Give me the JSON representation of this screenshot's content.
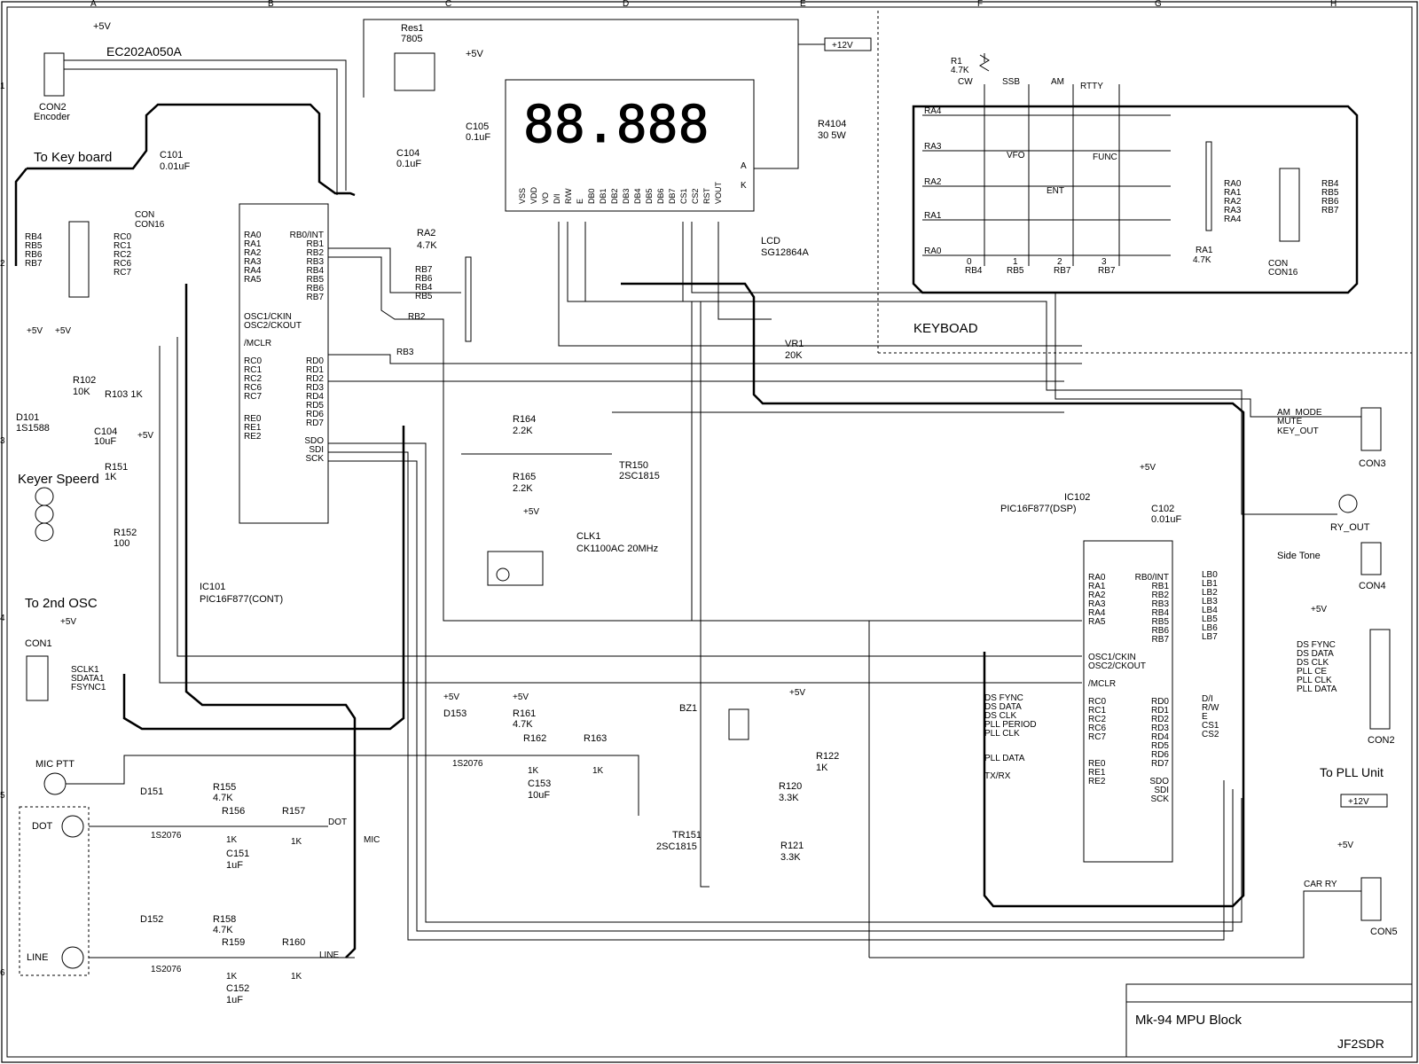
{
  "sheet": {
    "title": "Mk-94   MPU Block",
    "author": "JF2SDR",
    "col_labels": [
      "A",
      "B",
      "C",
      "D",
      "E",
      "F",
      "G",
      "H"
    ],
    "row_labels": [
      "1",
      "2",
      "3",
      "4",
      "5",
      "6"
    ]
  },
  "labels": {
    "encoder_part": "EC202A050A",
    "con2_enc": "CON2",
    "encoder": "Encoder",
    "to_keyboard": "To Key board",
    "con16_ref": "CON",
    "con16_val": "CON16",
    "c101_ref": "C101",
    "c101_val": "0.01uF",
    "res1_ref": "Res1",
    "res1_val": "7805",
    "c105_ref": "C105",
    "c105_val": "0.1uF",
    "c104a_ref": "C104",
    "c104a_val": "0.1uF",
    "plus12v": "+12V",
    "r4104_ref": "R4104",
    "r4104_val": "30 5W",
    "lcd_ref": "LCD",
    "lcd_val": "SG12864A",
    "ra2_ref": "RA2",
    "ra2_val": "4.7K",
    "vr1_ref": "VR1",
    "vr1_val": "20K",
    "r102_ref": "R102",
    "r102_val": "10K",
    "r103": "R103 1K",
    "d101_ref": "D101",
    "d101_val": "1S1588",
    "c104_ref": "C104",
    "c104_val": "10uF",
    "r151_ref": "R151",
    "r151_val": "1K",
    "keyer_speed": "Keyer Speerd",
    "r152_ref": "R152",
    "r152_val": "100",
    "ic101_ref": "IC101",
    "ic101_val": "PIC16F877(CONT)",
    "to_2nd_osc": "To 2nd OSC",
    "con1": "CON1",
    "mic_ptt": "MIC PTT",
    "d151": "D151",
    "r155_ref": "R155",
    "r155_val": "4.7K",
    "r156": "R156",
    "r157": "R157",
    "c151_ref": "C151",
    "c151_val": "1uF",
    "dot": "DOT",
    "line": "LINE",
    "mic": "MIC",
    "d152": "D152",
    "r158_ref": "R158",
    "r158_val": "4.7K",
    "r159": "R159",
    "r160": "R160",
    "c152_ref": "C152",
    "c152_val": "1uF",
    "ds1s2076": "1S2076",
    "r164_ref": "R164",
    "r164_val": "2.2K",
    "r165_ref": "R165",
    "r165_val": "2.2K",
    "tr150_ref": "TR150",
    "tr150_val": "2SC1815",
    "clk1_ref": "CLK1",
    "clk1_val": "CK1100AC 20MHz",
    "d153": "D153",
    "r161_ref": "R161",
    "r161_val": "4.7K",
    "r162": "R162",
    "r163": "R163",
    "c153_ref": "C153",
    "c153_val": "10uF",
    "bz1": "BZ1",
    "r122_ref": "R122",
    "r122_val": "1K",
    "r120_ref": "R120",
    "r120_val": "3.3K",
    "r121_ref": "R121",
    "r121_val": "3.3K",
    "tr151_ref": "TR151",
    "tr151_val": "2SC1815",
    "ic102_ref": "IC102",
    "ic102_val": "PIC16F877(DSP)",
    "c102_ref": "C102",
    "c102_val": "0.01uF",
    "r1_ref": "R1",
    "r1_val": "4.7K",
    "ra1_ref": "RA1",
    "ra1_val": "4.7K",
    "keyboard": "KEYBOAD",
    "con3": "CON3",
    "ry_out": "RY_OUT",
    "side_tone": "Side Tone",
    "con4": "CON4",
    "con2_pll": "CON2",
    "to_pll": "To PLL Unit",
    "car_ry": "CAR RY",
    "con5": "CON5",
    "am_mode": "AM_MODE",
    "mute": "MUTE",
    "key_out": "KEY_OUT",
    "v5": "+5V",
    "k1": "1K"
  },
  "ic101_pins_left": [
    "RA0",
    "RA1",
    "RA2",
    "RA3",
    "RA4",
    "RA5",
    "OSC1/CKIN",
    "OSC2/CKOUT",
    "/MCLR",
    "RC0",
    "RC1",
    "RC2",
    "RC6",
    "RC7",
    "RE0",
    "RE1",
    "RE2"
  ],
  "ic101_pins_right": [
    "RB0/INT",
    "RB1",
    "RB2",
    "RB3",
    "RB4",
    "RB5",
    "RB6",
    "RB7",
    "RD0",
    "RD1",
    "RD2",
    "RD3",
    "RD4",
    "RD5",
    "RD6",
    "RD7",
    "SDO",
    "SDI",
    "SCK"
  ],
  "ic102_pins_left": [
    "RA0",
    "RA1",
    "RA2",
    "RA3",
    "RA4",
    "RA5",
    "OSC1/CKIN",
    "OSC2/CKOUT",
    "/MCLR",
    "RC0",
    "RC1",
    "RC2",
    "RC6",
    "RC7",
    "RE0",
    "RE1",
    "RE2"
  ],
  "ic102_pins_right": [
    "RB0/INT",
    "RB1",
    "RB2",
    "RB3",
    "RB4",
    "RB5",
    "RB6",
    "RB7",
    "RD0",
    "RD1",
    "RD2",
    "RD3",
    "RD4",
    "RD5",
    "RD6",
    "RD7",
    "SDO",
    "SDI",
    "SCK"
  ],
  "lcd_pins": [
    "VSS",
    "VDD",
    "VO",
    "D/I",
    "R/W",
    "E",
    "DB0",
    "DB1",
    "DB2",
    "DB3",
    "DB4",
    "DB5",
    "DB6",
    "DB7",
    "CS1",
    "CS2",
    "RST",
    "VOUT"
  ],
  "keys": [
    "CW",
    "SSB",
    "AM",
    "RTTY",
    "VFO",
    "FUNC",
    "ENT",
    "0",
    "1",
    "2",
    "3"
  ],
  "pll_signals": [
    "DS FYNC",
    "DS DATA",
    "DS CLK",
    "PLL CE",
    "PLL CLK",
    "PLL DATA"
  ],
  "con1_signals": [
    "SCLK1",
    "SDATA1",
    "FSYNC1"
  ],
  "net_labels": [
    "TX/RX",
    "SCLK1",
    "SDATA1",
    "FSYNC1",
    "DOT",
    "MIC",
    "LINE",
    "RB2",
    "RB3",
    "RB4",
    "RB5",
    "RB6",
    "RB7",
    "LINE",
    "DOT",
    "MIC"
  ],
  "ic102_left_nets": [
    "DS FYNC",
    "DS DATA",
    "DS CLK",
    "PLL PERIOD",
    "PLL CLK",
    "PLL DATA",
    "TX/RX"
  ],
  "ic102_right_nets": [
    "LB0",
    "LB1",
    "LB2",
    "LB3",
    "LB4",
    "LB5",
    "LB6",
    "LB7",
    "D/I",
    "R/W",
    "E",
    "CS1",
    "CS2"
  ]
}
